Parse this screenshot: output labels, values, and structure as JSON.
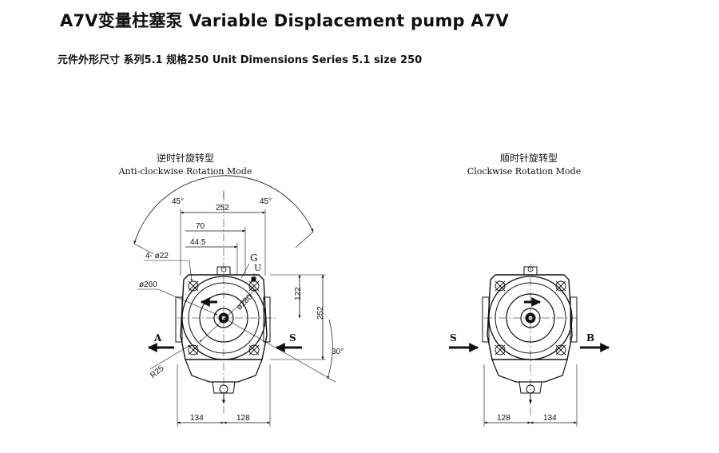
{
  "header": {
    "title": "A7V变量柱塞泵 Variable Displacement pump A7V",
    "subtitle": "元件外形尺寸 系列5.1 规格250    Unit Dimensions Series 5.1 size 250"
  },
  "left_view": {
    "title_cn": "逆时针旋转型",
    "title_en": "Anti-clockwise Rotation Mode",
    "labels": {
      "angle_left": "45°",
      "angle_right": "45°",
      "width_252": "252",
      "dim_70": "70",
      "dim_44_5": "44.5",
      "holes": "4- ø22",
      "port_g": "G",
      "port_u": "U",
      "dia_260": "ø260",
      "dia_280": "ø280",
      "dim_122": "122",
      "height_252": "252",
      "angle_30": "30°",
      "port_a": "A",
      "port_s": "S",
      "radius": "R25",
      "bottom_134": "134",
      "bottom_128": "128"
    }
  },
  "right_view": {
    "title_cn": "顺时针旋转型",
    "title_en": "Clockwise Rotation Mode",
    "labels": {
      "port_s": "S",
      "port_b": "B",
      "bottom_128": "128",
      "bottom_134": "134"
    }
  }
}
